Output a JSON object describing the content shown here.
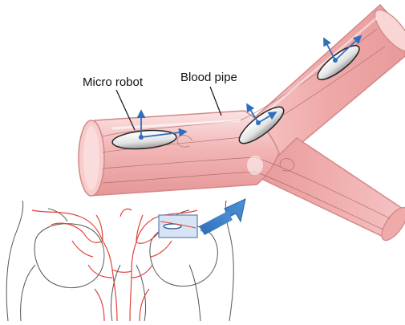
{
  "labels": {
    "robot": "Micro robot",
    "pipe": "Blood pipe"
  },
  "colors": {
    "vessel_fill": "#f2b8b8",
    "vessel_edge": "#d98b8b",
    "vessel_inner": "#fbe5e5",
    "anatomy_red": "#e2443a",
    "anatomy_gray": "#555555",
    "arrow_blue": "#3c7fc6",
    "axis_blue": "#2f6fc0"
  },
  "robots": [
    {
      "id": "robot-1"
    },
    {
      "id": "robot-2"
    },
    {
      "id": "robot-3"
    }
  ]
}
